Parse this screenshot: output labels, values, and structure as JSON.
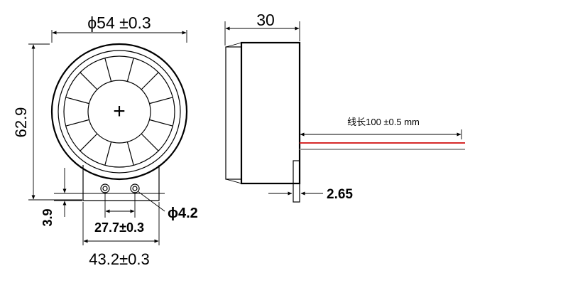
{
  "labels": {
    "dia_54": "ϕ54 ±0.3",
    "height_62_9": "62.9",
    "dim_3_9": "3.9",
    "dia_4_2": "ϕ4.2",
    "pitch_27_7": "27.7±0.3",
    "width_43_2": "43.2±0.3",
    "depth_30": "30",
    "thickness_2_65": "2.65",
    "wire_length": "线长100 ±0.5 mm",
    "plus_mark": "+"
  },
  "colors": {
    "line": "#000000",
    "wire_red": "#d62a2a",
    "wire_gray": "#9a9a9a"
  }
}
